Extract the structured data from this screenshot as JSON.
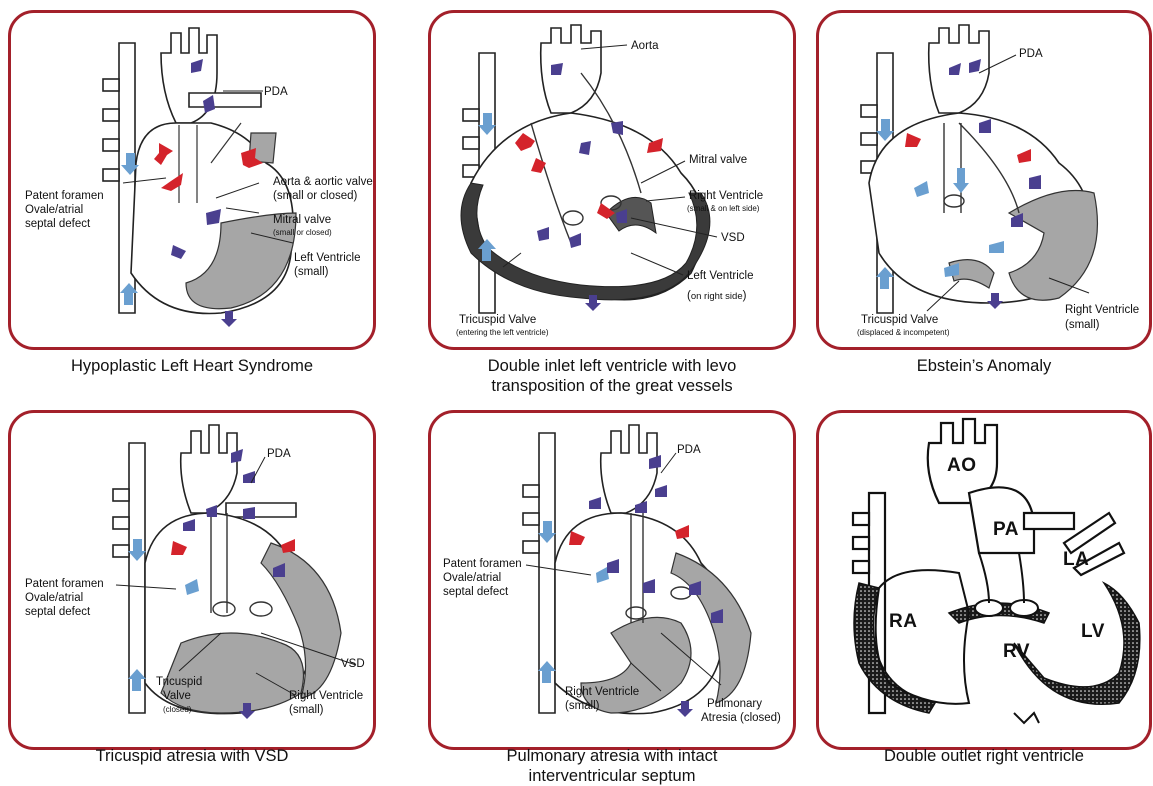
{
  "panels": [
    {
      "caption": [
        "Hypoplastic Left Heart Syndrome"
      ],
      "labels": {
        "pda": "PDA",
        "pfo1": "Patent foramen",
        "pfo2": "Ovale/atrial",
        "pfo3": "septal defect",
        "aorta1": "Aorta & aortic valve",
        "aorta2": "(small or closed)",
        "mitral1": "Mitral valve",
        "mitral2": "(small or closed)",
        "lv1": "Left Ventricle",
        "lv2": "(small)"
      }
    },
    {
      "caption": [
        "Double inlet left ventricle with levo",
        "transposition of the great vessels"
      ],
      "labels": {
        "aorta": "Aorta",
        "mitral": "Mitral valve",
        "rv1": "Right Ventricle",
        "rv2": "(small & on left side)",
        "vsd": "VSD",
        "lv1": "Left Ventricle",
        "lv2a": "(",
        "lv2b": "on right side",
        "lv2c": ")",
        "tri1": "Tricuspid Valve",
        "tri2": "(entering the left ventricle)"
      }
    },
    {
      "caption": [
        "Ebstein’s Anomaly"
      ],
      "labels": {
        "pda": "PDA",
        "tri1": "Tricuspid Valve",
        "tri2": "(displaced & incompetent)",
        "rv1": "Right Ventricle",
        "rv2": "(small)"
      }
    },
    {
      "caption": [
        "Tricuspid atresia with VSD"
      ],
      "labels": {
        "pda": "PDA",
        "pfo1": "Patent foramen",
        "pfo2": "Ovale/atrial",
        "pfo3": "septal defect",
        "vsd": "VSD",
        "tri1": "Tricuspid",
        "tri2": "Valve",
        "tri3": "(closed)",
        "rv1": "Right Ventricle",
        "rv2": "(small)"
      }
    },
    {
      "caption": [
        "Pulmonary atresia with intact",
        "interventricular septum"
      ],
      "labels": {
        "pda": "PDA",
        "pfo1": "Patent foramen",
        "pfo2": "Ovale/atrial",
        "pfo3": "septal defect",
        "rv1": "Right Ventricle",
        "rv2": "(small)",
        "pa1": "Pulmonary",
        "pa2": "Atresia (closed)"
      }
    },
    {
      "caption": [
        "Double outlet right ventricle"
      ],
      "labels": {
        "ao": "AO",
        "pa": "PA",
        "la": "LA",
        "ra": "RA",
        "rv": "RV",
        "lv": "LV"
      }
    }
  ],
  "colors": {
    "border": "#a3202a",
    "red_arrow": "#d4232b",
    "blue_arrow": "#6a9fd0",
    "purple_arrow": "#4a3f8f",
    "tissue_gray": "#a6a6a6",
    "tissue_dark": "#3a3a3a"
  }
}
